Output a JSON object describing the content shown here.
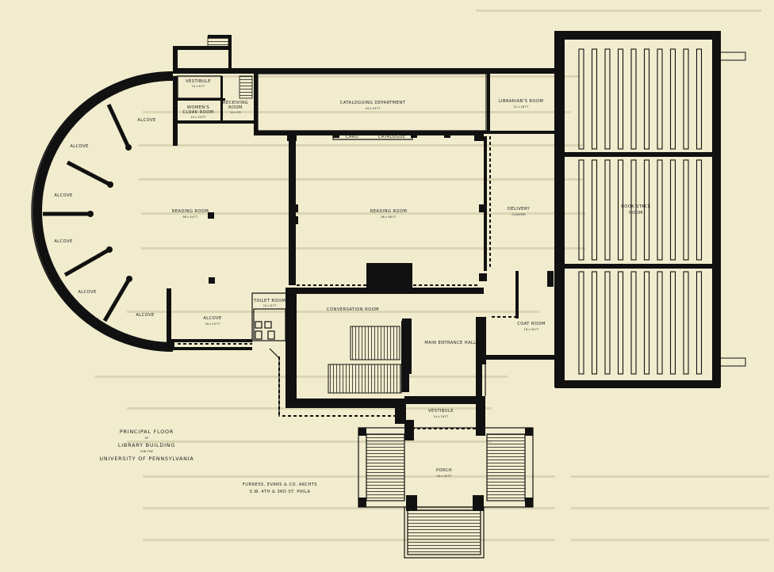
{
  "title": {
    "line1": "PRINCIPAL FLOOR",
    "line2": "OF",
    "line3": "LIBRARY BUILDING",
    "line4": "FOR THE",
    "line5": "UNIVERSITY OF PENNSYLVANIA"
  },
  "architects": {
    "line1": "FURNESS, EVANS & CO. ARCHTS",
    "line2": "S.W. 4TH & 3RD ST. PHILA"
  },
  "rooms": {
    "cataloguing": "CATALOGUING DEPARTMENT",
    "cataloguing_dim": "44 x 93 FT",
    "librarians": "LIBRARIAN'S ROOM",
    "librarians_dim": "22 x 28 FT",
    "vestibule_upper": "VESTIBULE",
    "vestibule_upper_dim": "14 x 8 FT",
    "womens": "WOMEN'S",
    "womens2": "CLOAK ROOM",
    "womens_dim": "15 x 20 FT",
    "receiving": "RECEIVING",
    "receiving2": "ROOM",
    "receiving_dim": "14 x 20",
    "cards": "CARD",
    "catalogue": "CATALOGUE",
    "reading_west": "READING ROOM",
    "reading_west_dim": "66 x 44 FT",
    "reading_east": "READING ROOM",
    "reading_east_dim": "66 x 68 FT",
    "delivery": "DELIVERY",
    "delivery2": "COUNTER",
    "book_stack": "BOOK STACK",
    "book_stack2": "ROOM",
    "alcove": "ALCOVE",
    "alcove_dim": "16 x 19 FT",
    "toilet": "TOILET ROOM",
    "toilet_dim": "10 x 8 FT",
    "conversation": "CONVERSATION ROOM",
    "main_entrance": "MAIN ENTRANCE HALL",
    "coat_room": "COAT ROOM",
    "coat_room_dim": "18 x 30 FT",
    "vestibule": "VESTIBULE",
    "vestibule_dim": "14 x 18 FT",
    "porch": "PORCH",
    "porch_dim": "44 x 30 FT"
  }
}
